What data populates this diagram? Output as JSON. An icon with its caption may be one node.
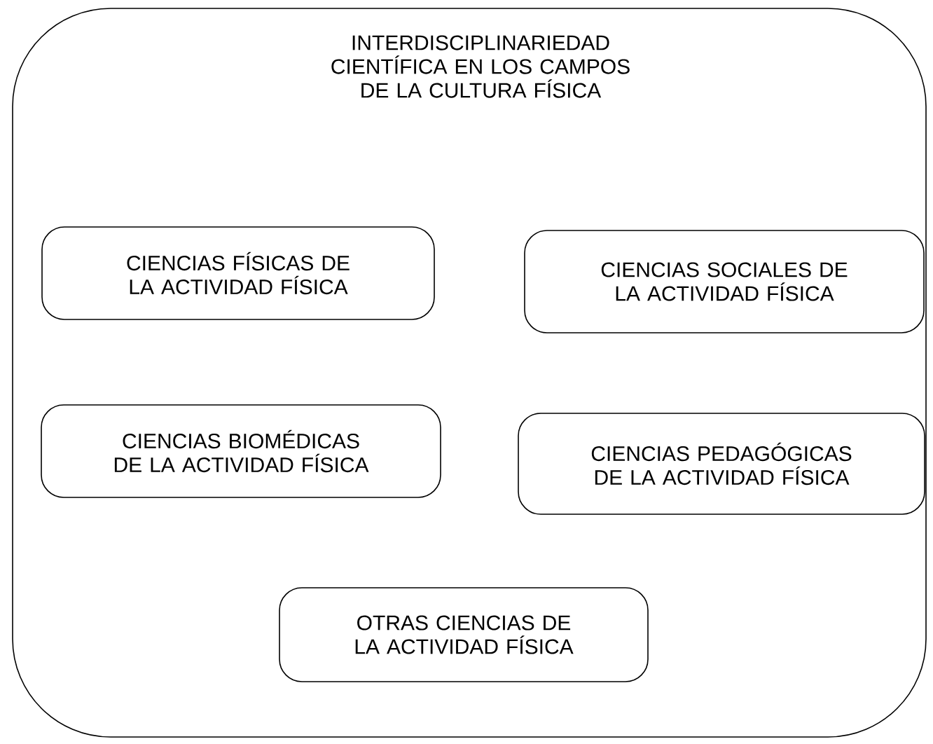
{
  "diagram": {
    "nodes": [
      {
        "text": [
          "INTERDISCIPLINARIEDAD CIENTÍFICA EN LOS CAMPOS DE LA CULTURA FÍSICA"
        ]
      },
      {
        "text": [
          "CIENCIAS FÍSICAS DE LA ACTIVIDAD FÍSICA"
        ],
        "in": 0
      },
      {
        "text": [
          "CIENCIAS SOCIALES DE LA ACTIVIDAD FÍSICA"
        ],
        "in": 0
      },
      {
        "text": [
          "CIENCIAS BIOMÉDICAS DE LA ACTIVIDAD FÍSICA"
        ],
        "in": 0
      },
      {
        "text": [
          "CIENCIAS PEDAGÓGICAS DE LA ACTIVIDAD FÍSICA"
        ],
        "in": 0
      },
      {
        "text": [
          "OTRAS CIENCIAS DE LA ACTIVIDAD FÍSICA"
        ],
        "in": 0
      }
    ]
  }
}
